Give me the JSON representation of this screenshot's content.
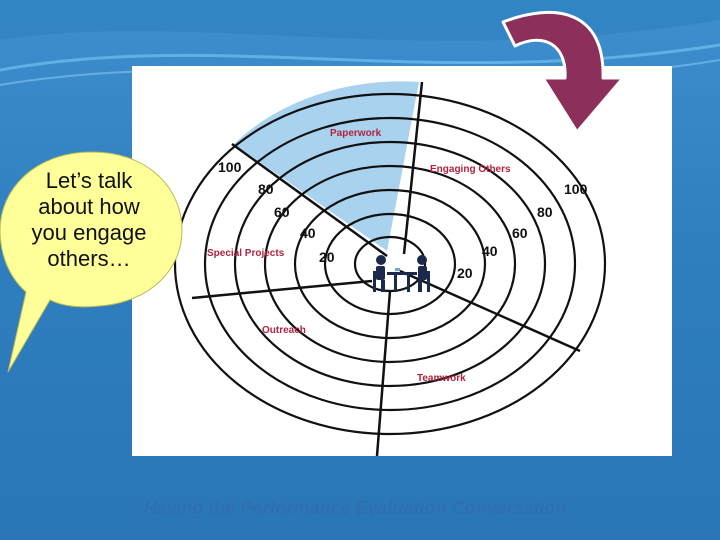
{
  "bubble": {
    "lines": [
      "Let’s talk",
      "about how",
      "you engage",
      "others…"
    ]
  },
  "diagram": {
    "segments": [
      "Paperwork",
      "Engaging Others",
      "Special Projects",
      "Outreach",
      "Teamwork"
    ],
    "left_scale": [
      "100",
      "80",
      "60",
      "40",
      "20"
    ],
    "right_scale": [
      "100",
      "80",
      "60",
      "40",
      "20"
    ],
    "center_icon": "two-people-meeting-icon"
  },
  "footer": {
    "title": "Having the Performance Evaluation Conversation"
  },
  "colors": {
    "highlight": "#a9d2ef",
    "accent_arrow": "#8c2f5a",
    "label": "#b0243f"
  }
}
